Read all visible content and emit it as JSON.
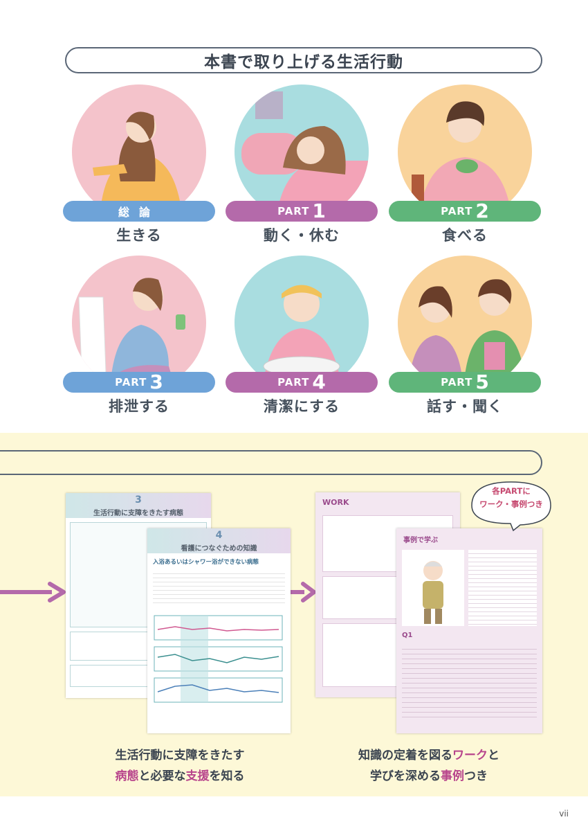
{
  "header": {
    "title": "本書で取り上げる生活行動"
  },
  "items": [
    {
      "part_word": "",
      "part_num": "",
      "kanji": "総論",
      "label": "生きる",
      "pill_color": "#6ea3d8",
      "bg_color": "#f4c3cb"
    },
    {
      "part_word": "PART",
      "part_num": "1",
      "kanji": "",
      "label": "動く・休む",
      "pill_color": "#b46aaa",
      "bg_color": "#a9dde0"
    },
    {
      "part_word": "PART",
      "part_num": "2",
      "kanji": "",
      "label": "食べる",
      "pill_color": "#5fb57a",
      "bg_color": "#f9d39b"
    },
    {
      "part_word": "PART",
      "part_num": "3",
      "kanji": "",
      "label": "排泄する",
      "pill_color": "#6ea3d8",
      "bg_color": "#f4c3cb"
    },
    {
      "part_word": "PART",
      "part_num": "4",
      "kanji": "",
      "label": "清潔にする",
      "pill_color": "#b46aaa",
      "bg_color": "#a9dde0"
    },
    {
      "part_word": "PART",
      "part_num": "5",
      "kanji": "",
      "label": "話す・聞く",
      "pill_color": "#5fb57a",
      "bg_color": "#f9d39b"
    }
  ],
  "pages": {
    "left_back": {
      "number": "3",
      "title": "生活行動に支障をきたす病態"
    },
    "left_front": {
      "number": "4",
      "title": "看護につなぐための知識",
      "section": "入浴あるいはシャワー浴ができない病態"
    },
    "right_back": {
      "header": "WORK"
    },
    "right_front": {
      "header": "事例で学ぶ",
      "q": "Q1"
    }
  },
  "callout": {
    "line1": "各PARTに",
    "line2": "ワーク・事例つき"
  },
  "captions": {
    "left": {
      "line1": "生活行動に支障をきたす",
      "line2_a": "病態",
      "line2_b": "と必要な",
      "line2_c": "支援",
      "line2_d": "を知る"
    },
    "right": {
      "line1_a": "知識の定着を図る",
      "line1_b": "ワーク",
      "line1_c": "と",
      "line2_a": "学びを深める",
      "line2_b": "事例",
      "line2_c": "つき"
    }
  },
  "page_number": "vii"
}
